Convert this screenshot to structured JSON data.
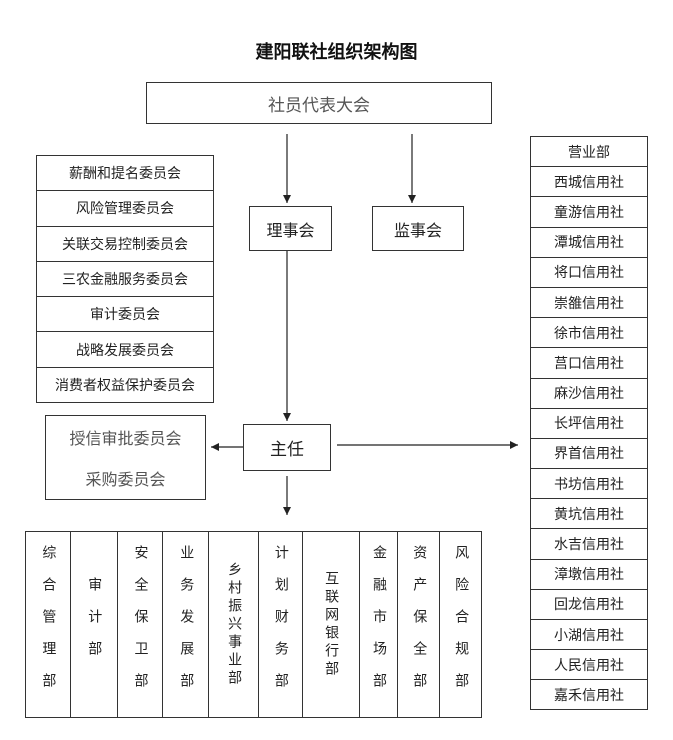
{
  "title": "建阳联社组织架构图",
  "assembly": "社员代表大会",
  "board": "理事会",
  "supervisory_board": "监事会",
  "director": "主任",
  "committees": [
    "薪酬和提名委员会",
    "风险管理委员会",
    "关联交易控制委员会",
    "三农金融服务委员会",
    "审计委员会",
    "战略发展委员会",
    "消费者权益保护委员会"
  ],
  "director_committees": [
    "授信审批委员会",
    "采购委员会"
  ],
  "branches": [
    "营业部",
    "西城信用社",
    "童游信用社",
    "潭城信用社",
    "将口信用社",
    "崇雒信用社",
    "徐市信用社",
    "莒口信用社",
    "麻沙信用社",
    "长坪信用社",
    "界首信用社",
    "书坊信用社",
    "黄坑信用社",
    "水吉信用社",
    "漳墩信用社",
    "回龙信用社",
    "小湖信用社",
    "人民信用社",
    "嘉禾信用社"
  ],
  "departments": [
    "综合管理部",
    "审计部",
    "安全保卫部",
    "业务发展部",
    "乡村振兴事业部",
    "计划财务部",
    "互联网银行部",
    "金融市场部",
    "资产保全部",
    "风险合规部"
  ]
}
